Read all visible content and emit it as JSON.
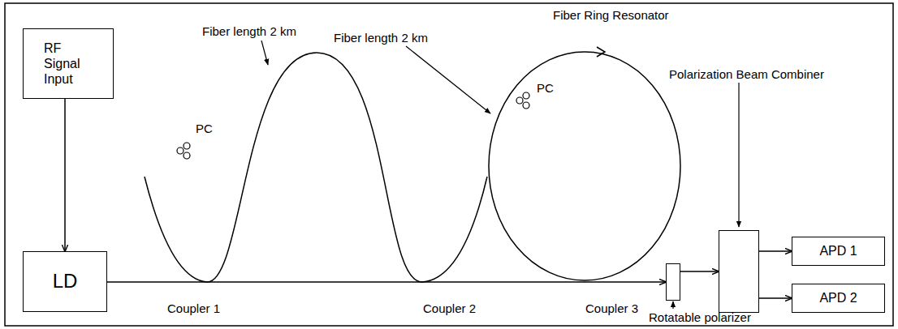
{
  "diagram": {
    "nodes": [
      {
        "text": [
          "RF Signal Input"
        ]
      },
      {
        "text": [
          "LD"
        ]
      },
      {
        "text": [
          "Rotatable polarizer"
        ]
      },
      {
        "text": [
          "Polarization Beam Combiner"
        ]
      },
      {
        "text": [
          "APD 1"
        ]
      },
      {
        "text": [
          "APD 2"
        ]
      }
    ],
    "edges": [
      {
        "from": 0,
        "to": 1,
        "arrow": "to"
      },
      {
        "from": 1,
        "to": 2,
        "arrow": "to"
      },
      {
        "from": 2,
        "to": 3,
        "arrow": "to"
      },
      {
        "from": 3,
        "to": 4,
        "arrow": "to"
      },
      {
        "from": 3,
        "to": 5,
        "arrow": "to"
      }
    ],
    "labels": [
      "Fiber length 2 km",
      "PC",
      "Fiber length 2 km",
      "Fiber Ring Resonator",
      "PC",
      "Coupler 1",
      "Coupler 2",
      "Coupler 3"
    ]
  }
}
